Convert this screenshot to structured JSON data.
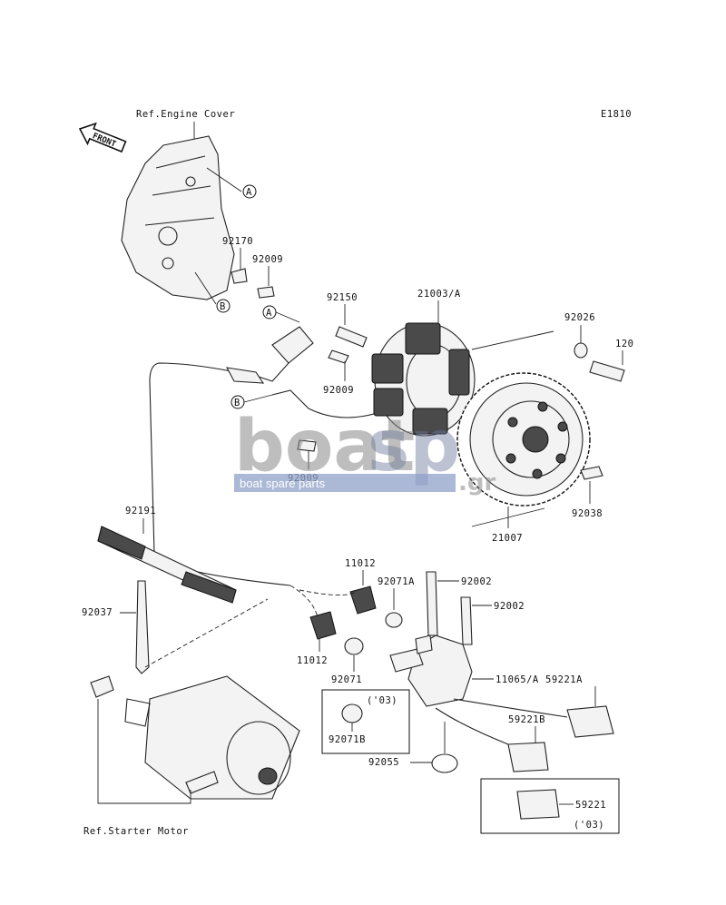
{
  "diagram_code": "E1810",
  "front_label": "FRONT",
  "ref_labels": {
    "engine_cover": "Ref.Engine Cover",
    "starter_motor": "Ref.Starter Motor"
  },
  "callouts": {
    "a": "A",
    "b": "B"
  },
  "parts": {
    "p92170": "92170",
    "p92009_top": "92009",
    "p92150": "92150",
    "p21003": "21003/A",
    "p92026": "92026",
    "p120": "120",
    "p92009_mid": "92009",
    "p92009_low": "92009",
    "p92038": "92038",
    "p21007": "21007",
    "p92191": "92191",
    "p11012_top": "11012",
    "p92071a": "92071A",
    "p92002_a": "92002",
    "p92002_b": "92002",
    "p92037": "92037",
    "p11012_low": "11012",
    "p92071": "92071",
    "p11065": "11065/A",
    "p59221a": "59221A",
    "p59221b": "59221B",
    "p92071b": "92071B",
    "p92055": "92055",
    "p59221": "59221",
    "year_note_1": "('03)",
    "year_note_2": "('03)"
  },
  "watermark": {
    "brand_left": "boat",
    "brand_right": "sp",
    "brand_suffix": ".gr",
    "tagline": "boat spare parts"
  }
}
